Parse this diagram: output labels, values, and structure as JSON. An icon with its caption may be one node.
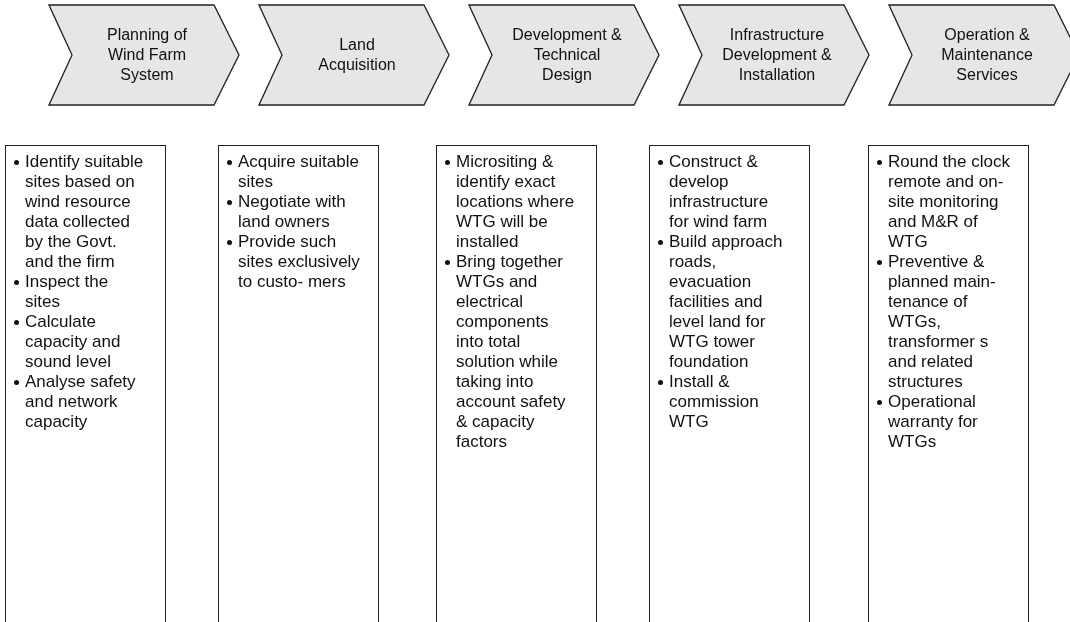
{
  "diagram": {
    "nodes": [
      {
        "text": [
          "Planning of Wind Farm System"
        ]
      },
      {
        "text": [
          "Land Acquisition"
        ]
      },
      {
        "text": [
          "Development & Technical Design"
        ]
      },
      {
        "text": [
          "Infrastructure Development & Installation"
        ]
      },
      {
        "text": [
          "Operation & Maintenance Services"
        ]
      },
      {
        "text": [
          "Identify suitable sites based on wind resource data collected by the Govt. and the firm",
          "Inspect the sites",
          "Calculate capacity and sound level",
          "Analyse safety and network capacity"
        ]
      },
      {
        "text": [
          "Acquire suitable sites",
          "Negotiate with land owners",
          "Provide such sites exclusively to custo- mers"
        ]
      },
      {
        "text": [
          "Micrositing & identify exact locations where WTG will be installed",
          "Bring together WTGs and electrical components into total solution while taking into account safety & capacity factors"
        ]
      },
      {
        "text": [
          "Construct & develop infrastructure for wind farm",
          "Build approach roads, evacuation facilities and level land for WTG tower foundation",
          "Install & commission WTG"
        ]
      },
      {
        "text": [
          "Round the clock remote and on-site monitoring and M&R of WTG",
          "Preventive & planned main- tenance of WTGs, transformer s and related structures",
          "Operational warranty for WTGs"
        ]
      }
    ]
  }
}
